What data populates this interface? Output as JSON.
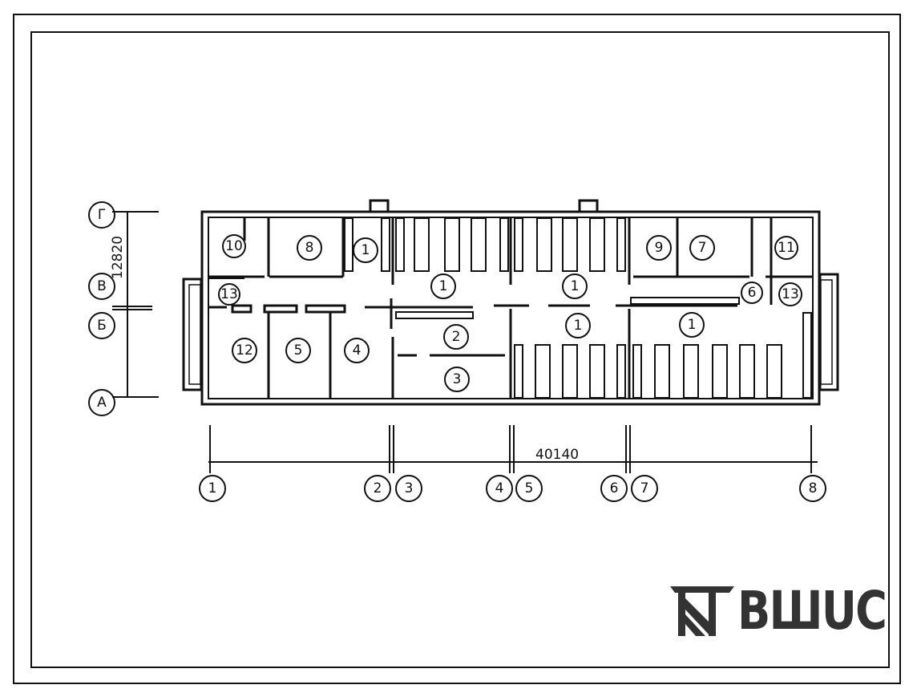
{
  "drawing": {
    "type": "floor plan",
    "overall_length": "40140",
    "overall_width": "12820",
    "axes_vertical": [
      "1",
      "2",
      "3",
      "4",
      "5",
      "6",
      "7",
      "8"
    ],
    "axes_horizontal": [
      "Г",
      "В",
      "Б",
      "А"
    ],
    "room_labels": {
      "r10": "10",
      "r8": "8",
      "r1a": "1",
      "r9": "9",
      "r7": "7",
      "r11": "11",
      "r13a": "13",
      "r13b": "13",
      "r6": "6",
      "r1b": "1",
      "r1c": "1",
      "r1d": "1",
      "r1e": "1",
      "r2": "2",
      "r3": "3",
      "r12": "12",
      "r5": "5",
      "r4": "4"
    }
  },
  "logo": {
    "text": "ВШUС"
  }
}
